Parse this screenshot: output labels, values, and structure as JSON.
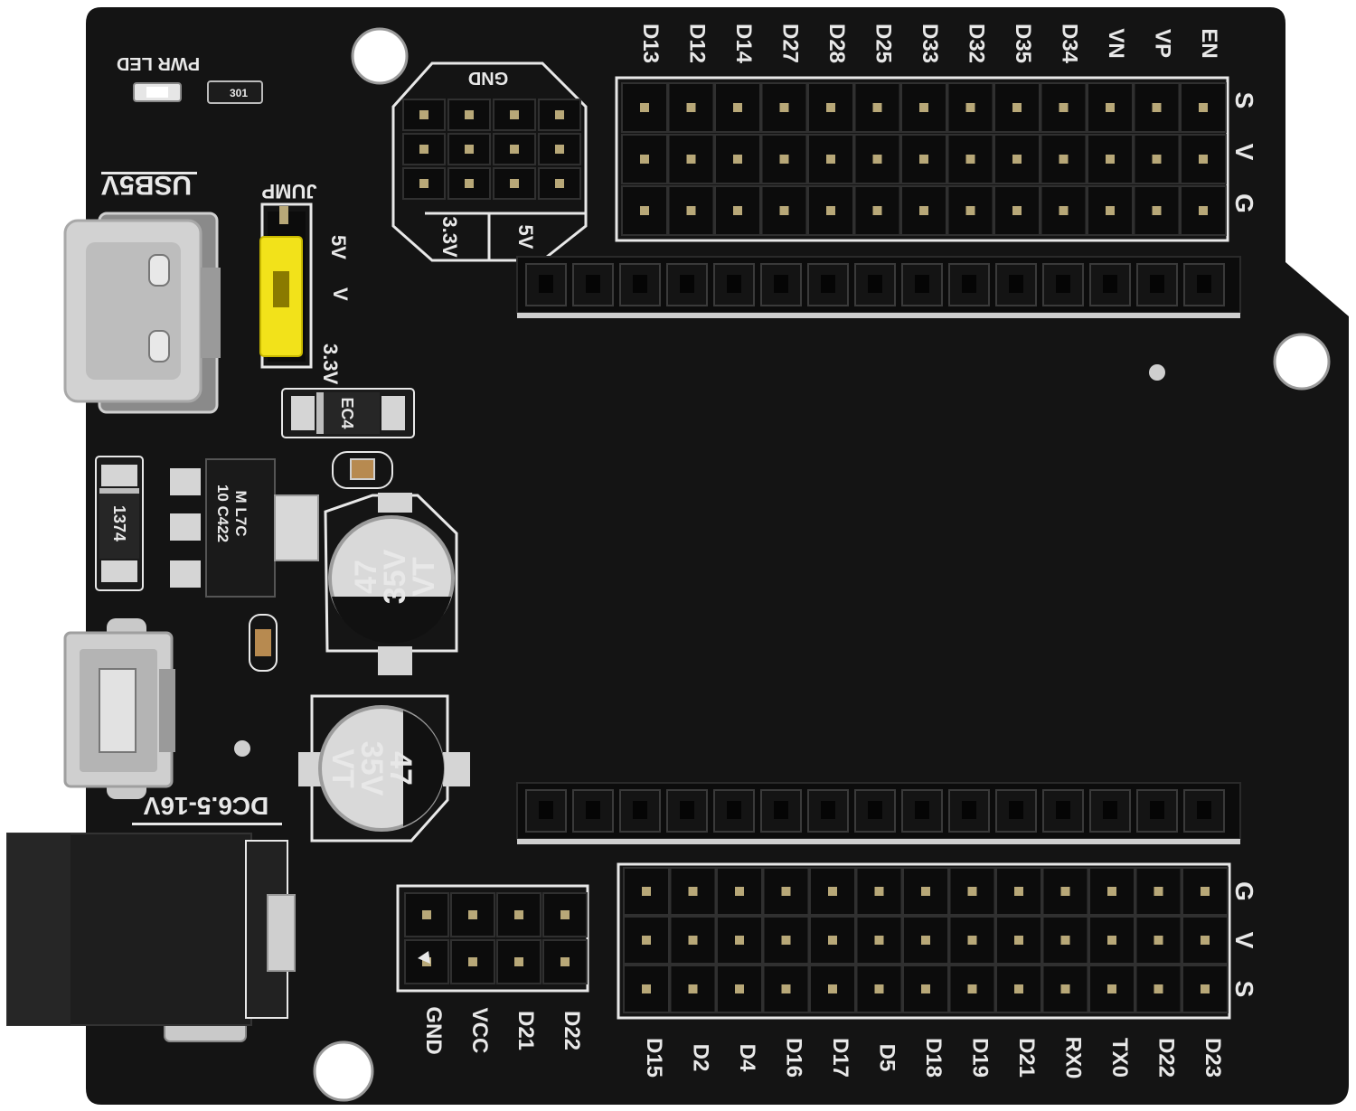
{
  "colors": {
    "board": "#141414",
    "silkscreen": "#e8e8e8",
    "header_plastic": "#0c0c0c",
    "pin_gold": "#b8a878",
    "jumper_cap": "#f2e21a",
    "metal": "#c9c9c9",
    "capacitor_top": "#d9d9d9"
  },
  "silkscreen": {
    "pwr_led": "PWR LED",
    "led_code": "301",
    "usb_5v": "USB5V",
    "jump": "JUMP",
    "jump_5v": "5V",
    "jump_v": "V",
    "jump_33v": "3.3V",
    "gnd_header": "GND",
    "gnd_33v": "3.3V",
    "gnd_5v": "5V",
    "dc_in": "DC6.5-16V",
    "diode_code": "EC4",
    "diode2_code": "1374",
    "regulator_line1": "M L7C",
    "regulator_line2": "10 C422",
    "cap1_line1": "47",
    "cap1_line2": "35V",
    "cap1_line3": "VT",
    "cap2_line1": "47",
    "cap2_line2": "35V",
    "cap2_line3": "VT"
  },
  "top_header": {
    "pins": [
      "D13",
      "D12",
      "D14",
      "D27",
      "D28",
      "D25",
      "D33",
      "D32",
      "D35",
      "D34",
      "VN",
      "VP",
      "EN"
    ],
    "row_labels": [
      "S",
      "V",
      "G"
    ]
  },
  "bottom_header": {
    "pins": [
      "D15",
      "D2",
      "D4",
      "D16",
      "D17",
      "D5",
      "D18",
      "D19",
      "D21",
      "RX0",
      "TX0",
      "D22",
      "D23"
    ],
    "row_labels": [
      "G",
      "V",
      "S"
    ]
  },
  "aux_header": {
    "pins": [
      "GND",
      "VCC",
      "D21",
      "D22"
    ]
  }
}
